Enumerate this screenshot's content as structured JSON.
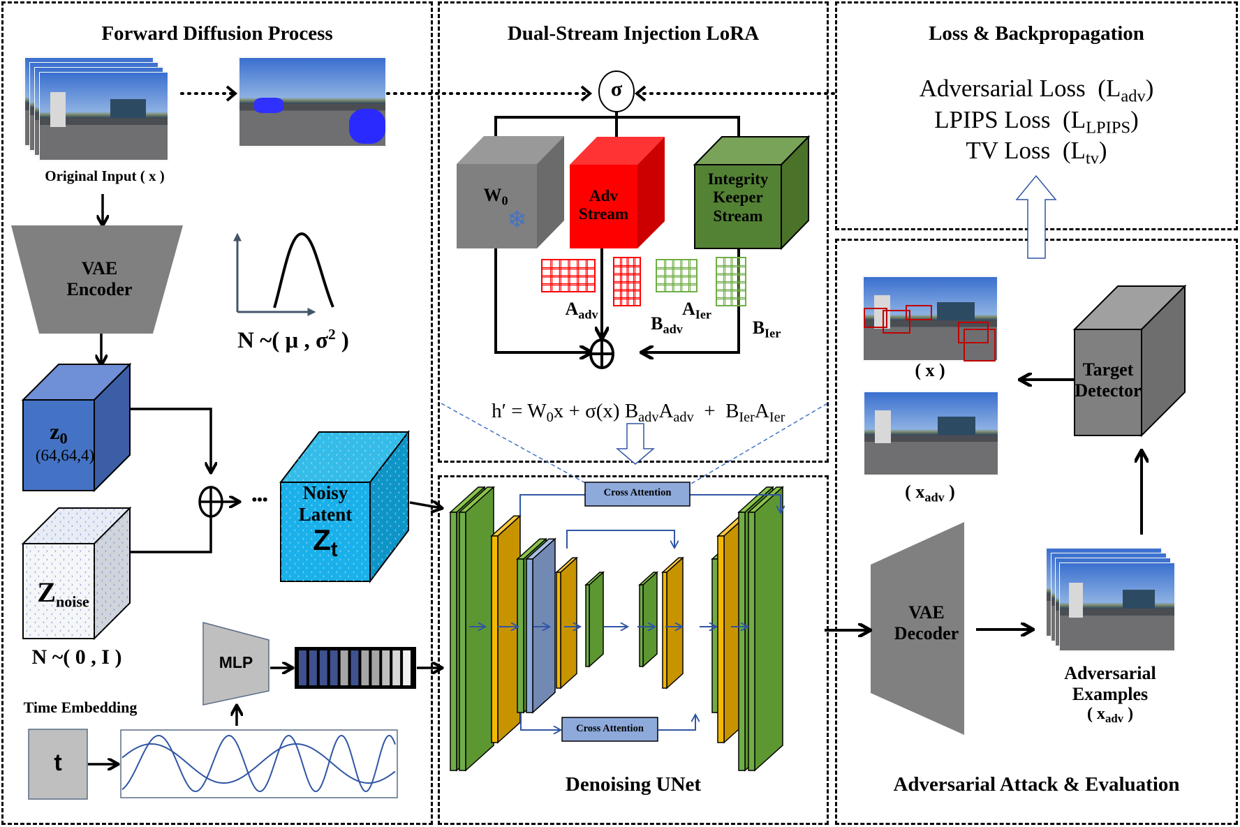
{
  "panels": {
    "forward": {
      "title": "Forward Diffusion Process"
    },
    "lora": {
      "title": "Dual-Stream Injection LoRA"
    },
    "unet": {
      "title": "Denoising UNet"
    },
    "loss": {
      "title": "Loss & Backpropagation"
    },
    "attack": {
      "title": "Adversarial Attack & Evaluation"
    }
  },
  "forward": {
    "original_input_label": "Original Input ( x )",
    "vae_encoder": [
      "VAE",
      "Encoder"
    ],
    "distribution_label": {
      "prefix": "N ~( μ , σ",
      "sup": "2",
      "suffix": " )"
    },
    "z0": {
      "main": "z",
      "sub": "0",
      "shape": "(64,64,4)"
    },
    "znoise": {
      "main": "Z",
      "sub": "noise"
    },
    "noise_dist_label": "N ~( 0 , I )",
    "noisy_latent": {
      "line1": "Noisy",
      "line2": "Latent",
      "main": "Z",
      "sub": "t"
    },
    "ellipsis": "•••",
    "mlp_label": "MLP",
    "time_embedding_label": "Time Embedding",
    "t_label": "t",
    "feature_stripes": [
      "#3f518f",
      "#3f518f",
      "#3f518f",
      "#3f518f",
      "#a6a6a6",
      "#3f518f",
      "#a6a6a6",
      "#a6a6a6",
      "#bfbfbf",
      "#d9d9d9",
      "#f2f2f2"
    ]
  },
  "lora": {
    "sigma": "σ",
    "w0": {
      "main": "W",
      "sub": "0"
    },
    "adv_stream": [
      "Adv",
      "Stream"
    ],
    "ier_stream": [
      "Integrity",
      "Keeper",
      "Stream"
    ],
    "a_adv": {
      "main": "A",
      "sub": "adv"
    },
    "b_adv": {
      "main": "B",
      "sub": "adv"
    },
    "a_ier": {
      "main": "A",
      "sub": "Ier"
    },
    "b_ier": {
      "main": "B",
      "sub": "Ier"
    },
    "equation": {
      "p1": "h′ = W",
      "s1": "0",
      "p2": "x + σ(x) B",
      "s2": "adv",
      "p3": "A",
      "s3": "adv",
      "p4": "  +  B",
      "s4": "Ier",
      "p5": "A",
      "s5": "Ier"
    },
    "colors": {
      "adv": "#ff0000",
      "ier": "#548235",
      "w0": "#808080",
      "grid_green": "#70ad47"
    }
  },
  "unet": {
    "cross_attention_top": "Cross Attention",
    "cross_attention_bottom": "Cross Attention"
  },
  "loss": {
    "items": [
      {
        "name": "Adversarial Loss",
        "sym": "L",
        "sub": "adv"
      },
      {
        "name": "LPIPS Loss",
        "sym": "L",
        "sub": "LPIPS"
      },
      {
        "name": "TV Loss",
        "sym": "L",
        "sub": "tv"
      }
    ]
  },
  "attack": {
    "x_label": "( x )",
    "xadv_label": {
      "prefix": "( x",
      "sub": "adv",
      "suffix": " )"
    },
    "target_detector": [
      "Target",
      "Detector"
    ],
    "vae_decoder": [
      "VAE",
      "Decoder"
    ],
    "adv_examples": [
      "Adversarial",
      "Examples"
    ],
    "adv_examples_sym": {
      "prefix": "( x",
      "sub": "adv",
      "suffix": " )"
    }
  }
}
